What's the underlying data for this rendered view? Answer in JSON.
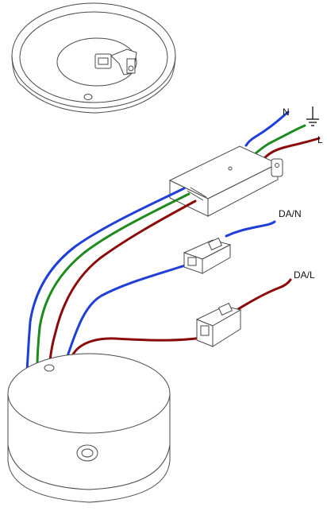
{
  "labels": {
    "neutral": "N",
    "live": "L",
    "da_neutral": "DA/N",
    "da_live": "DA/L"
  },
  "icons": {
    "earth": "earth-ground-icon"
  },
  "colors": {
    "neutral_wire": "#1f3fd6",
    "earth_wire": "#1e8a1e",
    "live_wire": "#8b0a0a",
    "outline": "#4a4a4a",
    "fill": "#ffffff"
  }
}
